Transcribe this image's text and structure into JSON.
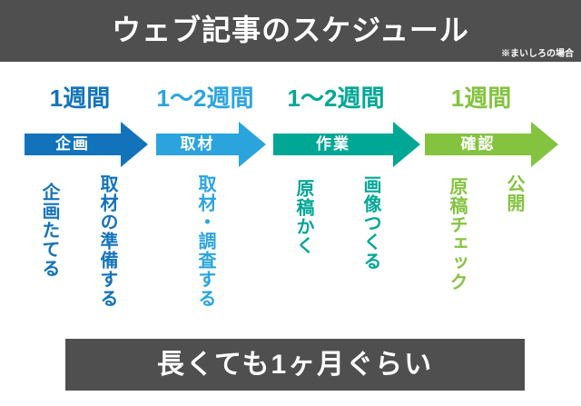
{
  "page": {
    "header": {
      "title": "ウェブ記事のスケジュール",
      "note": "※まいしろの場合",
      "bg_color": "#4f4f4f",
      "text_color": "#ffffff"
    },
    "phases": [
      {
        "duration": "1週間",
        "arrow_label": "企画",
        "color": "#1373ba",
        "tasks": [
          "企画たてる",
          "取材の準備する"
        ]
      },
      {
        "duration": "1〜2週間",
        "arrow_label": "取材",
        "color": "#2ba4de",
        "tasks": [
          "取材・調査する"
        ]
      },
      {
        "duration": "1〜2週間",
        "arrow_label": "作業",
        "color": "#00a795",
        "tasks": [
          "原稿かく",
          "画像つくる"
        ]
      },
      {
        "duration": "1週間",
        "arrow_label": "確認",
        "color": "#84c340",
        "tasks": [
          "原稿チェック",
          "公開"
        ]
      }
    ],
    "footer": {
      "text": "長くても1ヶ月ぐらい",
      "bg_color": "#4f4f4f",
      "text_color": "#ffffff"
    }
  }
}
